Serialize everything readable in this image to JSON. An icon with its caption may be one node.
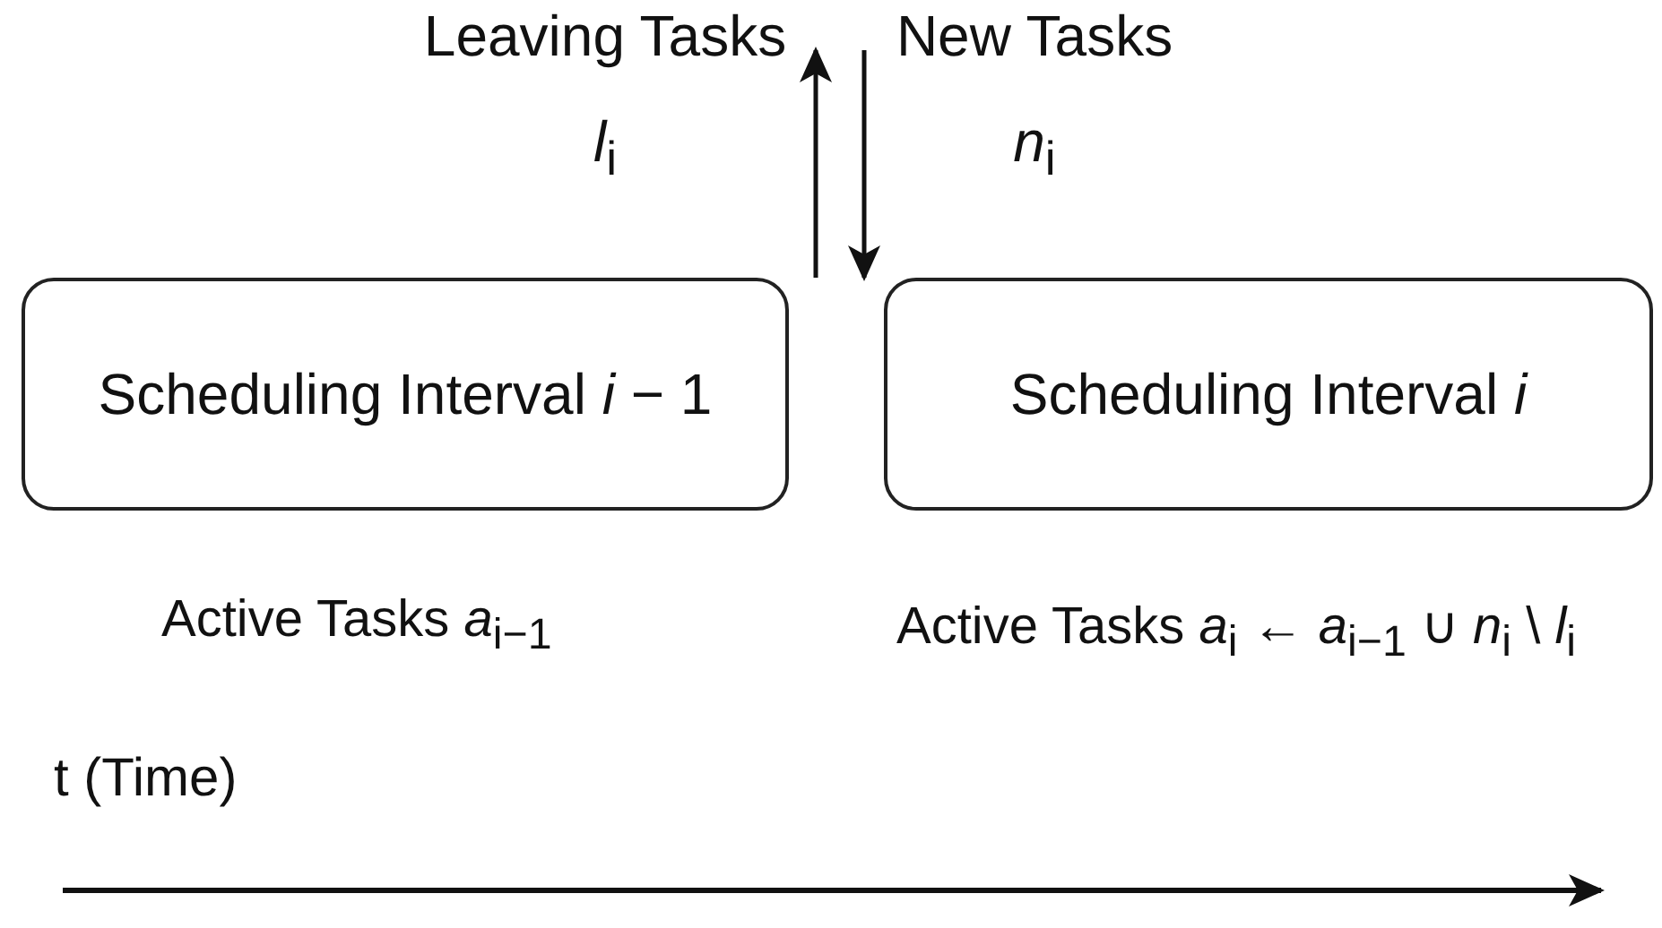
{
  "diagram": {
    "nodes": [
      {
        "text": [
          "Scheduling Interval *i* − 1"
        ],
        "beside": [
          "Active Tasks *a*$_{i−1}$"
        ]
      },
      {
        "text": [
          "Scheduling Interval *i*"
        ],
        "beside": [
          "Active Tasks *a*$_{i}$ ← *a*$_{i−1}$ ∪ *n*$_{i}$ \\ *l*$_{i}$"
        ]
      },
      {
        "text": [
          "Leaving Tasks",
          "*l*$_{i}$"
        ]
      },
      {
        "text": [
          "New Tasks",
          "*n*$_{i}$"
        ]
      }
    ],
    "edges": [
      {
        "from": null,
        "to": 2,
        "arrow": "to"
      },
      {
        "from": 3,
        "to": 1,
        "arrow": "to"
      }
    ],
    "labels": [
      "t (Time)"
    ]
  }
}
